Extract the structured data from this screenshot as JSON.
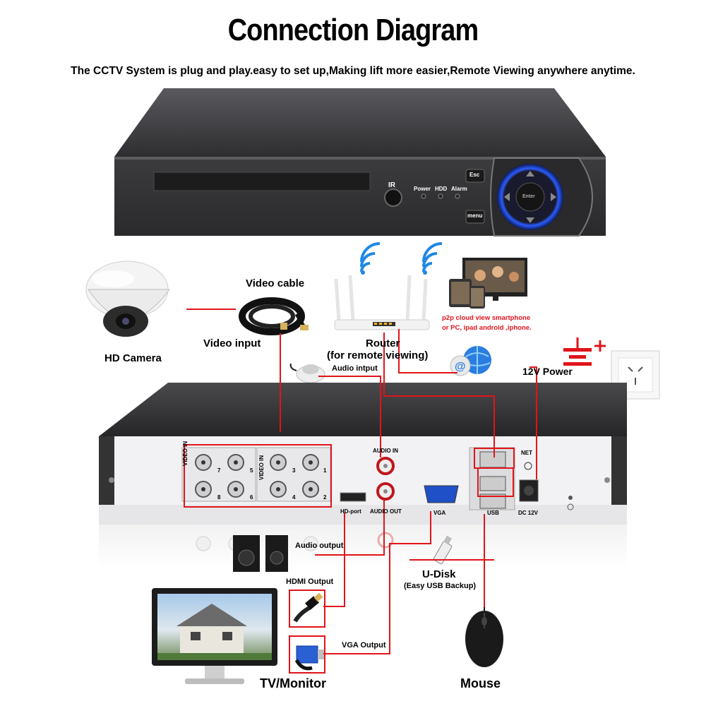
{
  "title": "Connection Diagram",
  "subtitle": "The CCTV System is plug and play.easy to set up,Making lift more easier,Remote Viewing anywhere anytime.",
  "dvr_front": {
    "ir": "IR",
    "led_power": "Power",
    "led_hdd": "HDD",
    "led_alarm": "Alarm",
    "btn_esc": "Esc",
    "btn_menu": "menu",
    "btn_enter": "Enter"
  },
  "labels": {
    "hd_camera": "HD Camera",
    "video_cable": "Video cable",
    "video_input": "Video input",
    "router": "Router",
    "router_sub": "(for remote viewing)",
    "p2p_line1": "p2p cloud  view smartphone",
    "p2p_line2": "or PC, ipad android ,iphone.",
    "power": "12V Power",
    "audio_input": "Audio intput",
    "audio_output": "Audio output",
    "hdmi_output": "HDMI Output",
    "vga_output": "VGA Output",
    "udisk": "U-Disk",
    "udisk_sub": "(Easy USB Backup)",
    "tv_monitor": "TV/Monitor",
    "mouse": "Mouse"
  },
  "dvr_back": {
    "video_in": "VIDEO IN",
    "audio_in": "AUDIO IN",
    "audio_out": "AUDIO OUT",
    "hd_port": "HD-port",
    "vga": "VGA",
    "usb": "USB",
    "net": "NET",
    "dc": "DC 12V",
    "bnc_numbers": [
      "7",
      "5",
      "3",
      "1",
      "8",
      "6",
      "4",
      "2"
    ]
  },
  "colors": {
    "accent_red": "#e0141b",
    "dvr_dark": "#3a3a3c",
    "panel_light": "#f2f2f4",
    "wifi_blue": "#1e88e5"
  }
}
